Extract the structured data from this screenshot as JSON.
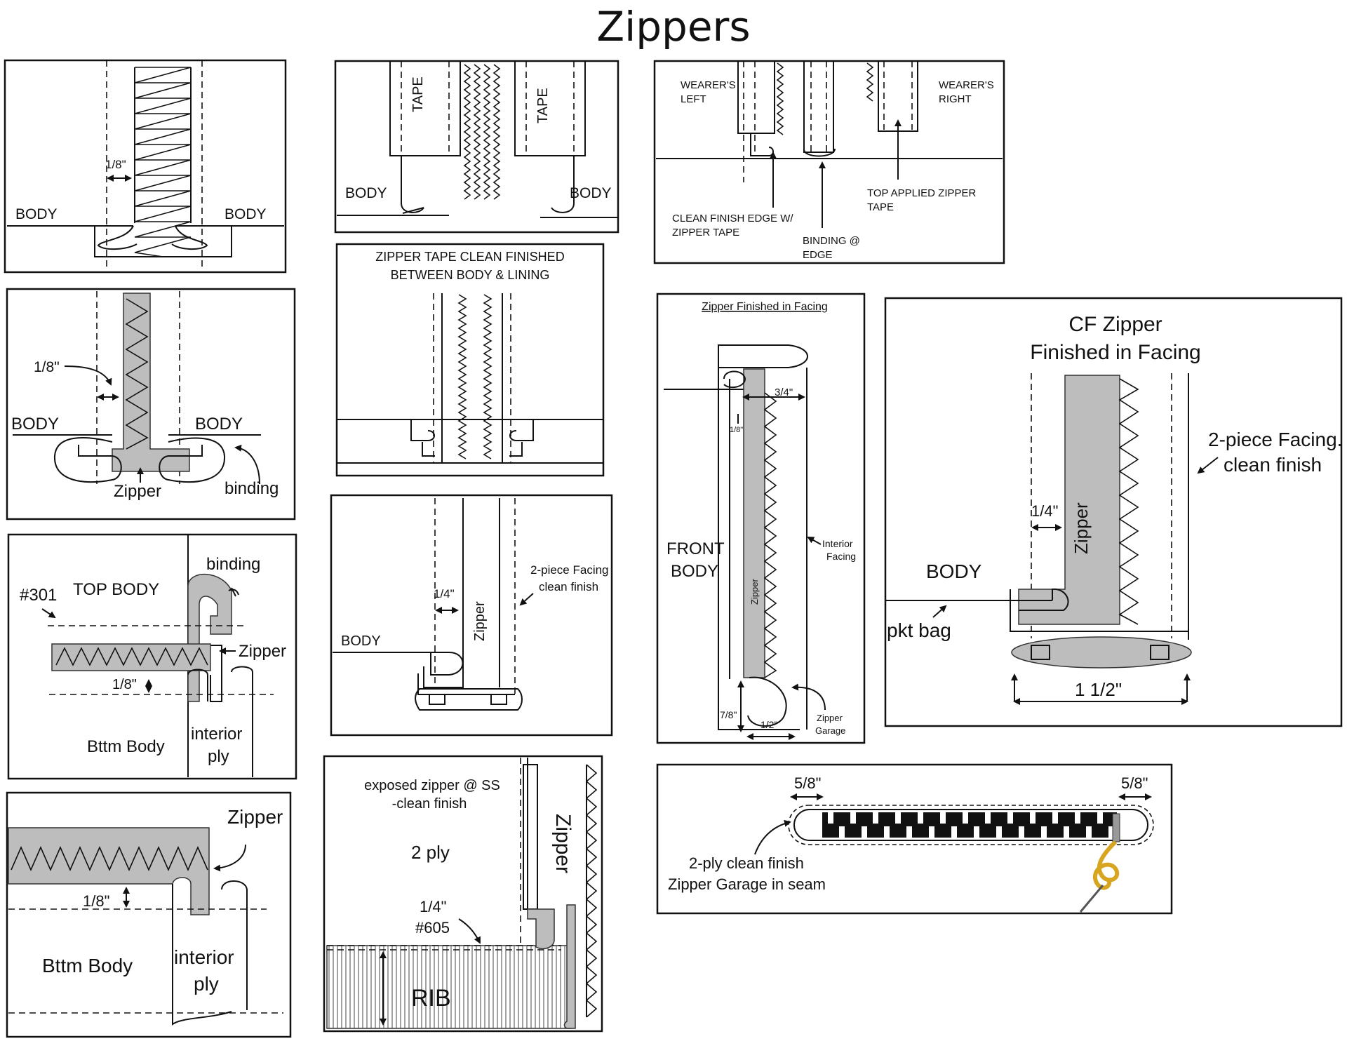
{
  "title": "Zippers",
  "panel1": {
    "dim": "1/8\"",
    "body_left": "BODY",
    "body_right": "BODY"
  },
  "panel2": {
    "tape_left": "TAPE",
    "tape_right": "TAPE",
    "body_left": "BODY",
    "body_right": "BODY"
  },
  "panel3": {
    "wearers_left_1": "WEARER'S",
    "wearers_left_2": "LEFT",
    "wearers_right_1": "WEARER'S",
    "wearers_right_2": "RIGHT",
    "clean_finish_1": "CLEAN FINISH EDGE W/",
    "clean_finish_2": "ZIPPER TAPE",
    "binding_1": "BINDING @",
    "binding_2": "EDGE",
    "top_applied_1": "TOP APPLIED ZIPPER",
    "top_applied_2": "TAPE"
  },
  "panel4": {
    "dim": "1/8\"",
    "body_left": "BODY",
    "body_right": "BODY",
    "zipper": "Zipper",
    "binding": "binding"
  },
  "panel5": {
    "title_1": "ZIPPER TAPE CLEAN FINISHED",
    "title_2": "BETWEEN BODY & LINING"
  },
  "panel6": {
    "title": "Zipper Finished in Facing",
    "dim_top": "3/4\"",
    "dim_small": "1/8\"",
    "front_1": "FRONT",
    "front_2": "BODY",
    "zipper": "Zipper",
    "interior_1": "Interior",
    "interior_2": "Facing",
    "dim_bottom_v": "7/8\"",
    "dim_bottom_h": "1/2\"",
    "garage_1": "Zipper",
    "garage_2": "Garage"
  },
  "panel7": {
    "title_1": "CF Zipper",
    "title_2": "Finished in Facing",
    "facing_1": "2-piece Facing.",
    "facing_2": "clean finish",
    "dim": "1/4\"",
    "zipper": "Zipper",
    "body": "BODY",
    "pkt_bag": "pkt bag",
    "dim_bottom": "1 1/2\""
  },
  "panel8": {
    "code": "#301",
    "top_body": "TOP BODY",
    "binding": "binding",
    "zipper": "Zipper",
    "dim": "1/8\"",
    "bttm_body": "Bttm Body",
    "interior_1": "interior",
    "interior_2": "ply"
  },
  "panel9": {
    "facing_1": "2-piece Facing",
    "facing_2": "clean finish",
    "dim": "1/4\"",
    "zipper": "Zipper",
    "body": "BODY"
  },
  "panel10": {
    "zipper": "Zipper",
    "dim": "1/8\"",
    "bttm_body": "Bttm Body",
    "interior_1": "interior",
    "interior_2": "ply"
  },
  "panel11": {
    "title_1": "exposed zipper @ SS",
    "title_2": "-clean finish",
    "ply": "2 ply",
    "dim": "1/4\"",
    "code": "#605",
    "rib": "RIB",
    "zipper": "Zipper"
  },
  "panel12": {
    "dim_left": "5/8\"",
    "dim_right": "5/8\"",
    "label_1": "2-ply clean finish",
    "label_2": "Zipper Garage in seam",
    "pull_color": "#d8a520"
  }
}
